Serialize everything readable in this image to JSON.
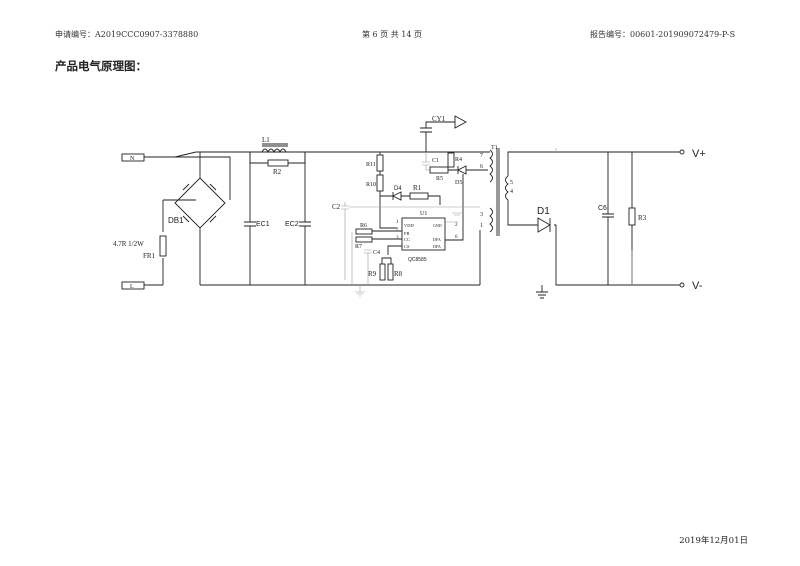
{
  "header": {
    "application_no": "申请编号：A2019CCC0907-3378880",
    "page": "第 6 页   共 14 页",
    "report_no": "报告编号：00601-201909072479-P-S"
  },
  "section_title": "产品电气原理图：",
  "footer_date": "2019年12月01日",
  "schematic": {
    "n": "N",
    "l": "L",
    "l1": "L1",
    "r2": "R2",
    "db1": "DB1",
    "ec1": "EC1",
    "ec2": "EC2",
    "fr1_value": "4.7R 1/2W",
    "fr1": "FR1",
    "cy1": "CY1",
    "r11": "R11",
    "r10": "R10",
    "c1": "C1",
    "r4": "R4",
    "r5": "R5",
    "d5": "D5",
    "t1": "T1",
    "pin7": "7",
    "pin6": "6",
    "pin5": "5",
    "pin4": "4",
    "pin3": "3",
    "pin1": "1",
    "d4": "D4",
    "r1": "R1",
    "c2": "C2",
    "u1": "U1",
    "u1_pin1": "1",
    "u1_pin2": "2",
    "u1_pin3": "3",
    "u1_pin6": "6",
    "u1_gnd_pin": "2",
    "vdd": "VDD",
    "fb": "FB",
    "cc": "CC",
    "cs": "CS",
    "gnd": "GND",
    "dfa1": "DFA",
    "dfa2": "DFA",
    "ic": "QC8585",
    "r6": "R6",
    "r7": "R7",
    "c4": "C4",
    "r9": "R9",
    "r8": "R8",
    "d1": "D1",
    "c6": "C6",
    "r3": "R3",
    "vplus": "V+",
    "vminus": "V-"
  }
}
